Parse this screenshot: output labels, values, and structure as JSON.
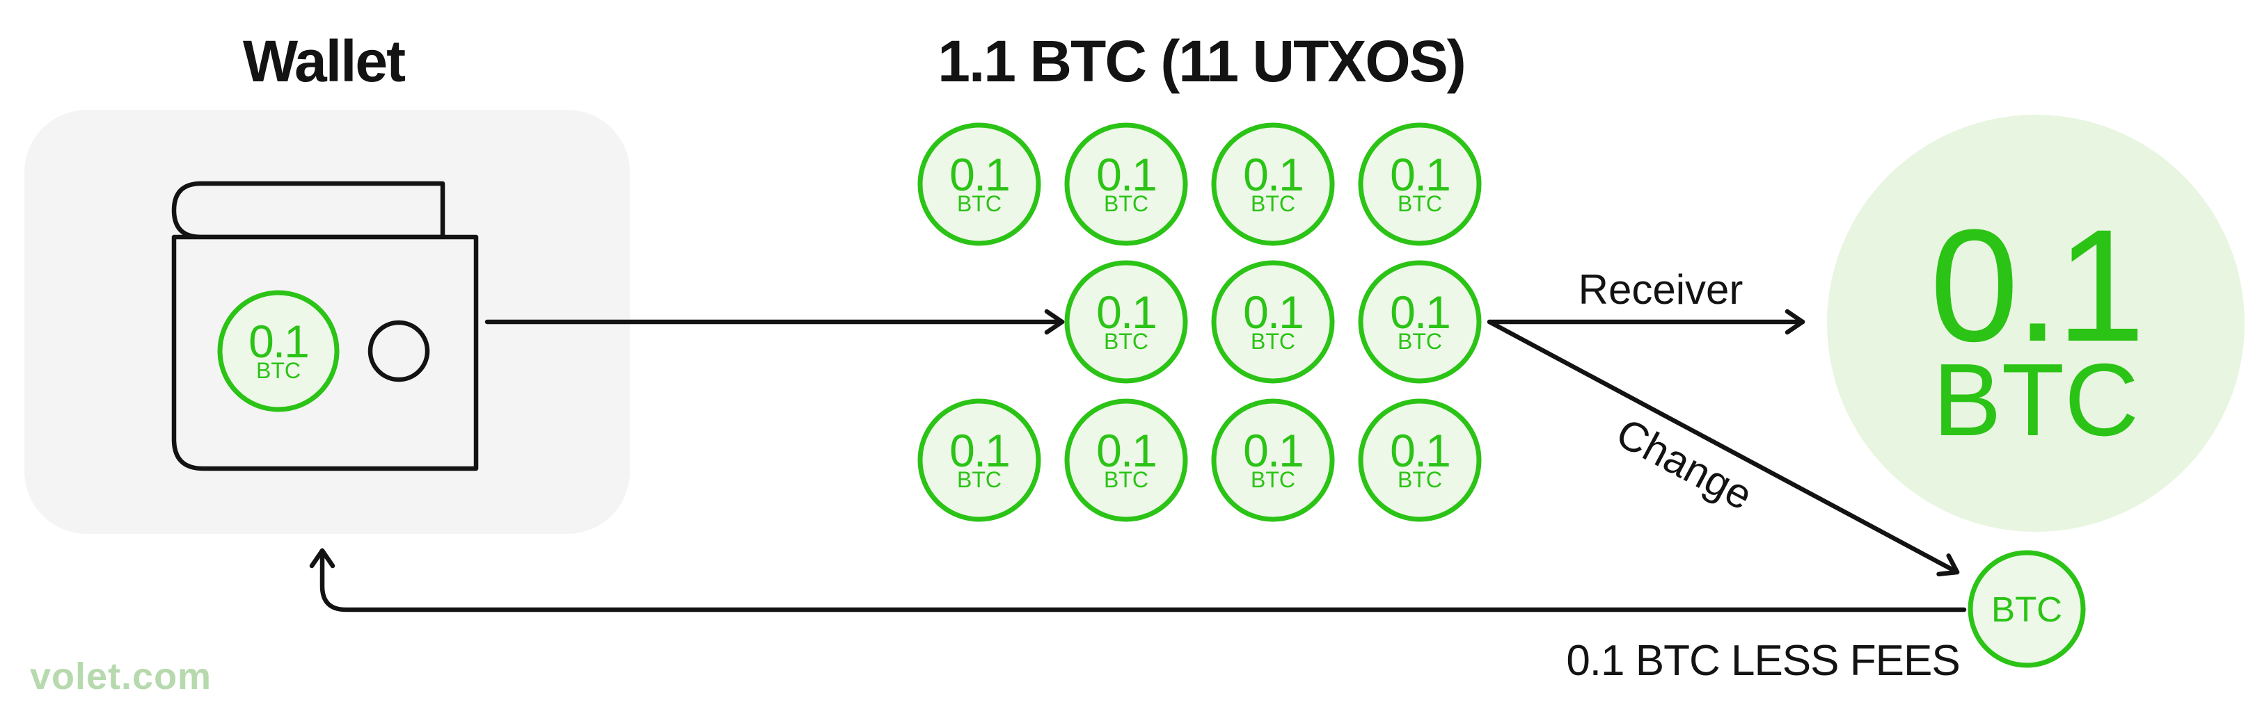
{
  "page": {
    "watermark": "volet.com"
  },
  "colors": {
    "background": "#ffffff",
    "ink": "#131313",
    "green": "#2bc316",
    "coin_fill": "#edf8e8",
    "big_circle_fill": "#e8f5e0",
    "panel_gray": "#f4f4f5",
    "watermark_green": "#b6d9ad"
  },
  "wallet": {
    "title": "Wallet",
    "coin": {
      "value": "0.1",
      "unit": "BTC"
    }
  },
  "utxo_pool": {
    "title": "1.1 BTC (11 UTXOS)",
    "coin_count": 11,
    "coin": {
      "value": "0.1",
      "unit": "BTC"
    }
  },
  "flows": {
    "receiver_label": "Receiver",
    "change_label": "Change"
  },
  "receiver_output": {
    "value": "0.1",
    "unit": "BTC"
  },
  "change_output": {
    "unit": "BTC",
    "caption": "0.1 BTC LESS FEES"
  }
}
